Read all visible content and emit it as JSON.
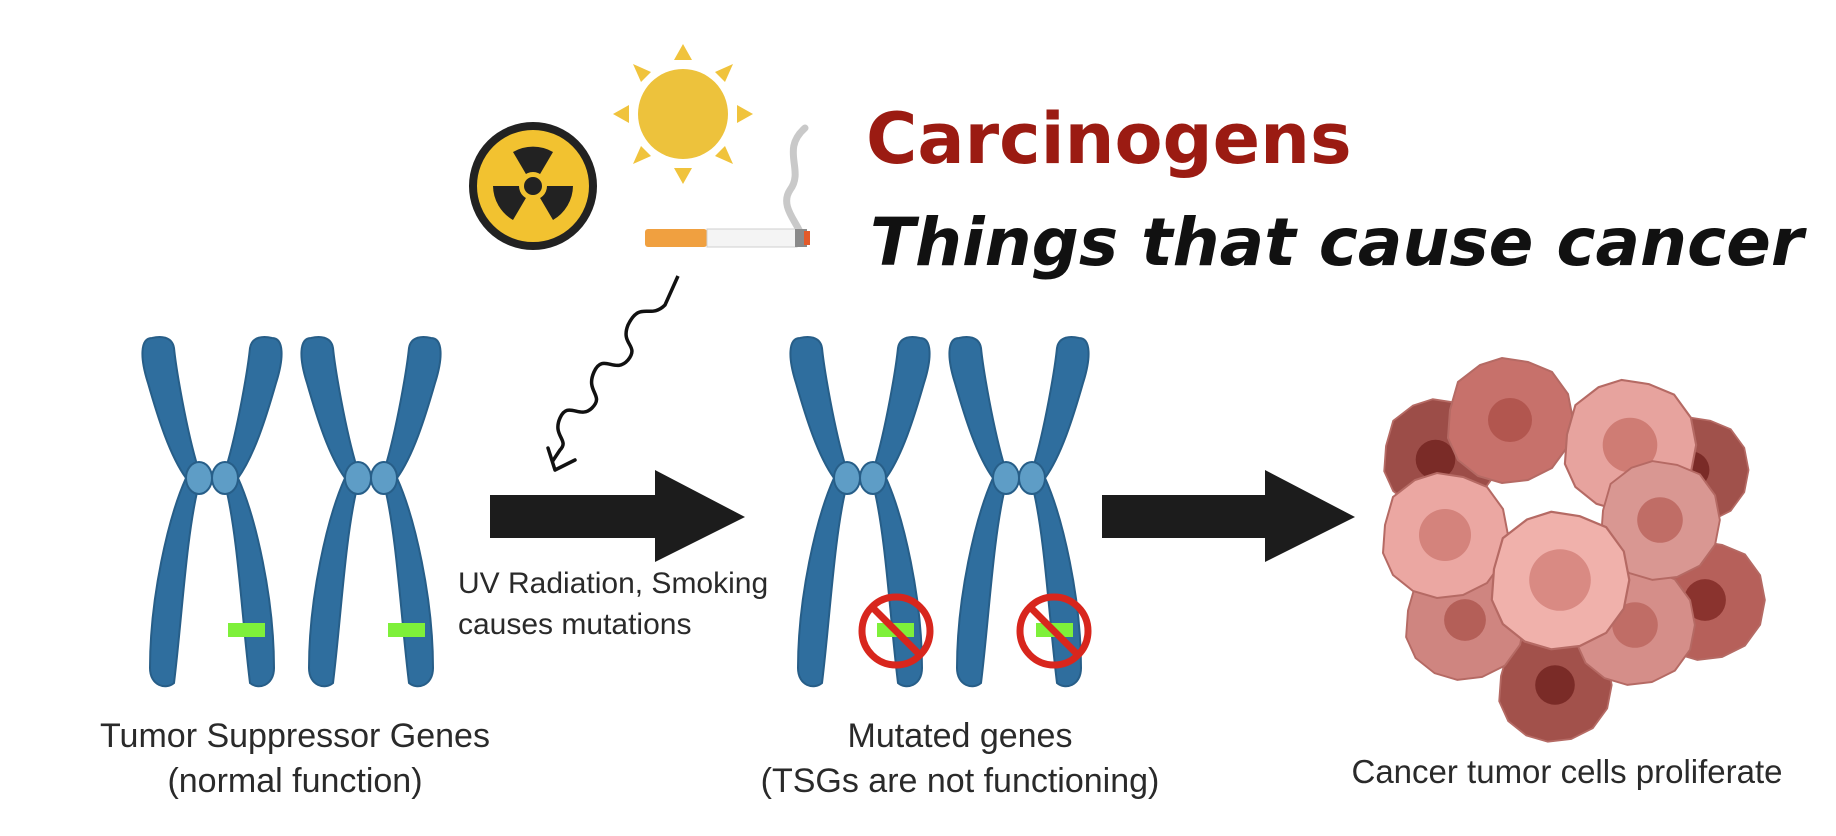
{
  "title": "Carcinogens",
  "subtitle": "Things that cause cancer",
  "labels": {
    "normal_line1": "Tumor Suppressor Genes",
    "normal_line2": "(normal function)",
    "mutation_cause_line1": "UV Radiation, Smoking",
    "mutation_cause_line2": "causes mutations",
    "mutated_line1": "Mutated genes",
    "mutated_line2": "(TSGs are not functioning)",
    "tumor": "Cancer tumor cells proliferate"
  },
  "icons": [
    "radiation-icon",
    "sun-icon",
    "cigarette-icon",
    "wave-arrow-icon",
    "chromosome-icon",
    "no-symbol-icon",
    "tumor-cells-icon",
    "arrow-right-icon"
  ],
  "colors": {
    "title": "#9b1b12",
    "subtitle": "#111111",
    "chromosome": "#2f6e9e",
    "gene_band": "#7ef03a",
    "no_symbol": "#d8261d",
    "arrow": "#1c1c1c",
    "sun": "#f0c33c",
    "radiation_bg": "#f2c230"
  }
}
